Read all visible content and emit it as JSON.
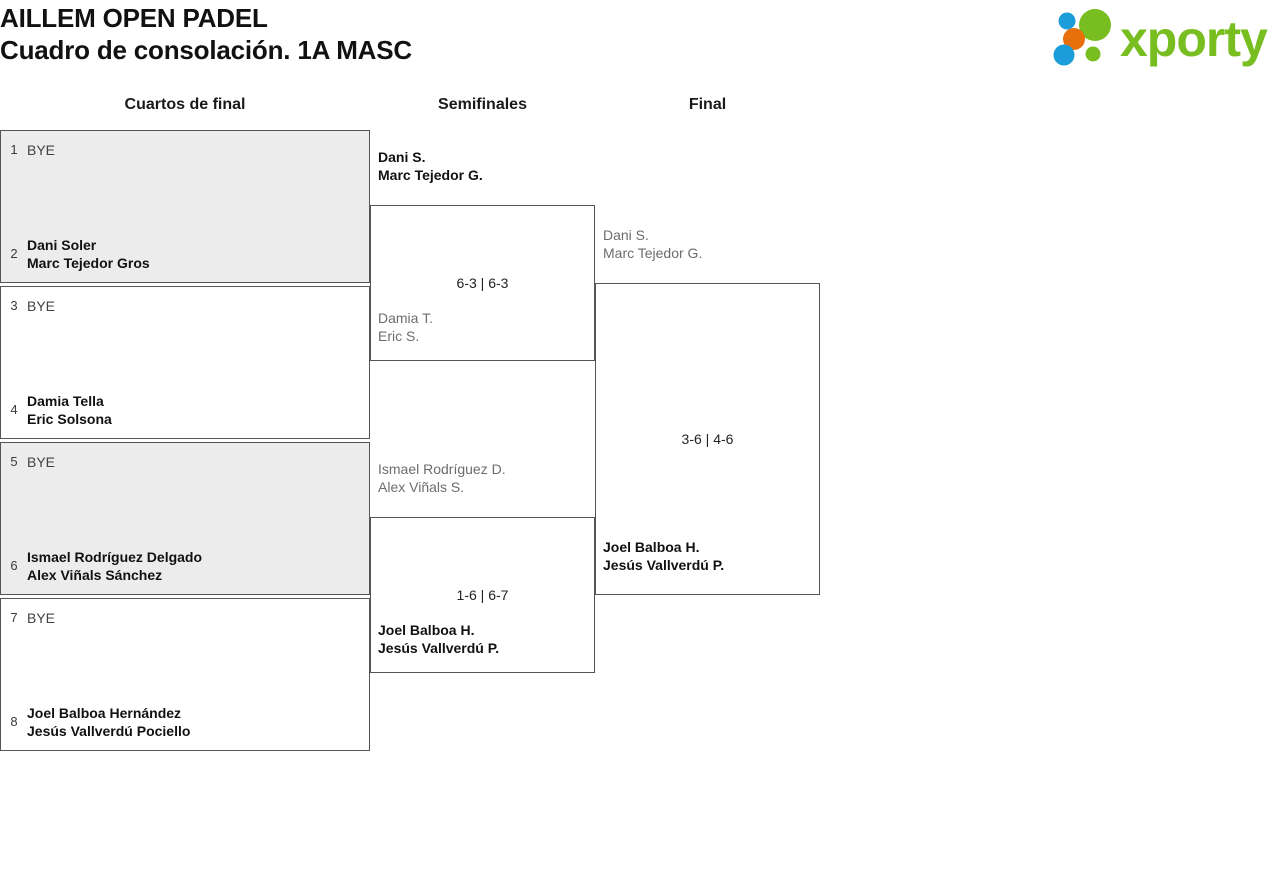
{
  "header": {
    "tournament": "AILLEM OPEN PADEL",
    "subtitle": "Cuadro de consolación. 1A MASC",
    "logo": {
      "name": "xporty-logo",
      "wordmark": "xporty",
      "wordmark_color": "#78be20",
      "dot_colors": [
        "#1b9dd9",
        "#e8700a",
        "#78be20",
        "#1b9dd9",
        "#78be20"
      ]
    }
  },
  "rounds": [
    {
      "id": "r1",
      "label": "Cuartos de final"
    },
    {
      "id": "r2",
      "label": "Semifinales"
    },
    {
      "id": "r3",
      "label": "Final"
    }
  ],
  "bracket": {
    "round1": [
      {
        "shaded": true,
        "top": {
          "seed": "1",
          "lines": [
            "BYE"
          ],
          "bye": true,
          "winner": false
        },
        "bottom": {
          "seed": "2",
          "lines": [
            "Dani Soler",
            "Marc Tejedor Gros"
          ],
          "bye": false,
          "winner": true
        }
      },
      {
        "shaded": false,
        "top": {
          "seed": "3",
          "lines": [
            "BYE"
          ],
          "bye": true,
          "winner": false
        },
        "bottom": {
          "seed": "4",
          "lines": [
            "Damia Tella",
            "Eric Solsona"
          ],
          "bye": false,
          "winner": true
        }
      },
      {
        "shaded": true,
        "top": {
          "seed": "5",
          "lines": [
            "BYE"
          ],
          "bye": true,
          "winner": false
        },
        "bottom": {
          "seed": "6",
          "lines": [
            "Ismael Rodríguez Delgado",
            "Alex Viñals Sánchez"
          ],
          "bye": false,
          "winner": true
        }
      },
      {
        "shaded": false,
        "top": {
          "seed": "7",
          "lines": [
            "BYE"
          ],
          "bye": true,
          "winner": false
        },
        "bottom": {
          "seed": "8",
          "lines": [
            "Joel Balboa Hernández",
            "Jesús Vallverdú Pociello"
          ],
          "bye": false,
          "winner": true
        }
      }
    ],
    "round2": [
      {
        "score": "6-3 | 6-3",
        "top": {
          "lines": [
            "Dani S.",
            "Marc Tejedor G."
          ],
          "winner": true
        },
        "bottom": {
          "lines": [
            "Damia T.",
            "Eric S."
          ],
          "winner": false
        }
      },
      {
        "score": "1-6 | 6-7",
        "top": {
          "lines": [
            "Ismael Rodríguez D.",
            "Alex Viñals S."
          ],
          "winner": false
        },
        "bottom": {
          "lines": [
            "Joel Balboa H.",
            "Jesús Vallverdú P."
          ],
          "winner": true
        }
      }
    ],
    "round3": [
      {
        "score": "3-6 | 4-6",
        "top": {
          "lines": [
            "Dani S.",
            "Marc Tejedor G."
          ],
          "winner": false
        },
        "bottom": {
          "lines": [
            "Joel Balboa H.",
            "Jesús Vallverdú P."
          ],
          "winner": true
        }
      }
    ]
  }
}
